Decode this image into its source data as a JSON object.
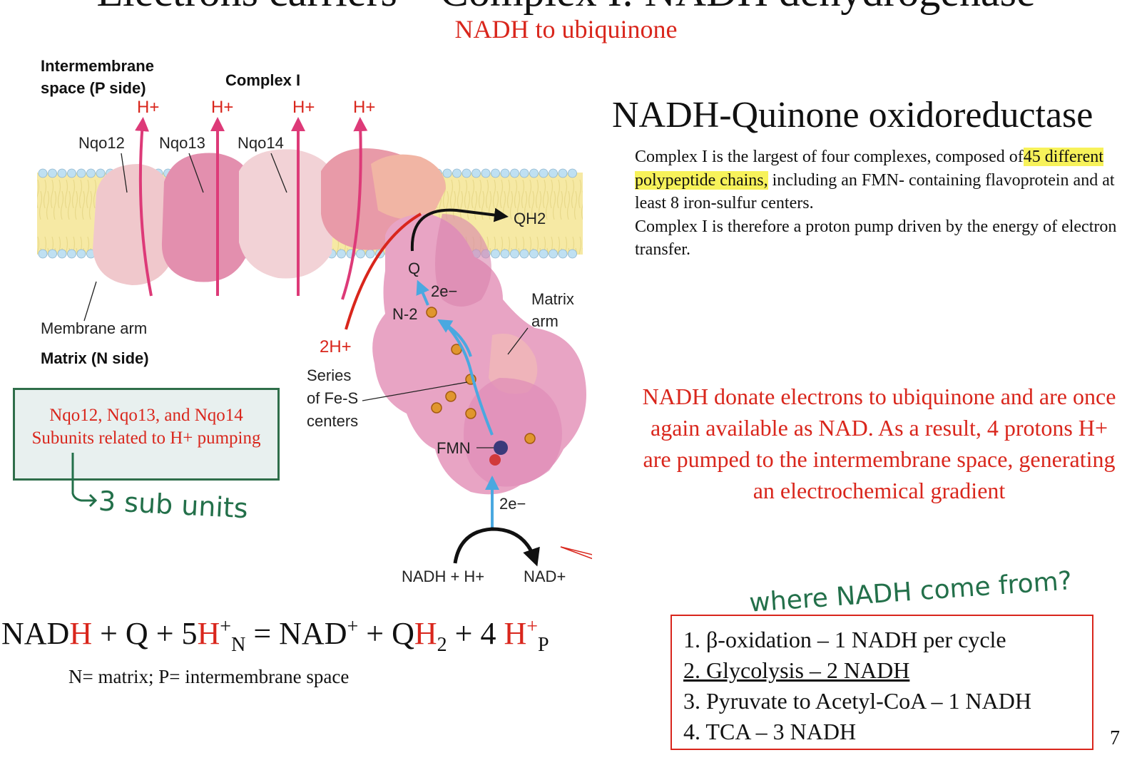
{
  "slide": {
    "title": "Electrons carriers – Complex I: NADH dehydrogenase",
    "subtitle": "NADH to ubiquinone",
    "heading": "NADH-Quinone oxidoreductase",
    "description": {
      "pre": "Complex I is the largest of four complexes, composed of",
      "highlight": "45 different polypeptide chains,",
      "post": " including an FMN- containing flavoprotein and at least 8 iron-sulfur centers.",
      "line2": "Complex I is therefore a proton pump driven by the energy of electron transfer."
    },
    "red_paragraph": "NADH donate electrons to ubiquinone and are once again available as NAD. As a result, 4 protons H+ are pumped to the intermembrane space, generating an electrochemical gradient",
    "page_number": "7"
  },
  "diagram": {
    "intermembrane_1": "Intermembrane",
    "intermembrane_2": "space (P side)",
    "complex_label": "Complex I",
    "h_plus": "H+",
    "nqo12": "Nqo12",
    "nqo13": "Nqo13",
    "nqo14": "Nqo14",
    "qh2": "QH2",
    "q": "Q",
    "two_e": "2e−",
    "n2": "N-2",
    "matrix_arm_1": "Matrix",
    "matrix_arm_2": "arm",
    "membrane_arm": "Membrane arm",
    "matrix_side": "Matrix (N side)",
    "two_h": "2H+",
    "series_1": "Series",
    "series_2": "of Fe-S",
    "series_3": "centers",
    "fmn": "FMN",
    "nadh_h": "NADH + H+",
    "nad_plus": "NAD+",
    "colors": {
      "membrane": "#f6e9a4",
      "lipid_head": "#bfe0f2",
      "proton_arrow": "#dd3a78",
      "electron_path": "#4aa8e0",
      "red_arrow": "#d9261c"
    }
  },
  "nqo_box": {
    "line1": "Nqo12, Nqo13, and Nqo14",
    "line2": "Subunits related to H+ pumping",
    "handwriting": "3 sub units"
  },
  "equation": {
    "parts": [
      "NAD",
      "H",
      " + Q + 5",
      "H",
      "+",
      "N",
      " = NAD",
      "+",
      " + Q",
      "H",
      "2",
      " + 4 ",
      "H",
      "+",
      "P"
    ],
    "note": "N= matrix; P= intermembrane space"
  },
  "nadh_sources": {
    "handwriting": "where NADH come from?",
    "items": [
      "1. β-oxidation – 1 NADH per cycle",
      "2. Glycolysis – 2 NADH",
      "3. Pyruvate to Acetyl-CoA – 1 NADH",
      "4. TCA – 3 NADH"
    ]
  }
}
